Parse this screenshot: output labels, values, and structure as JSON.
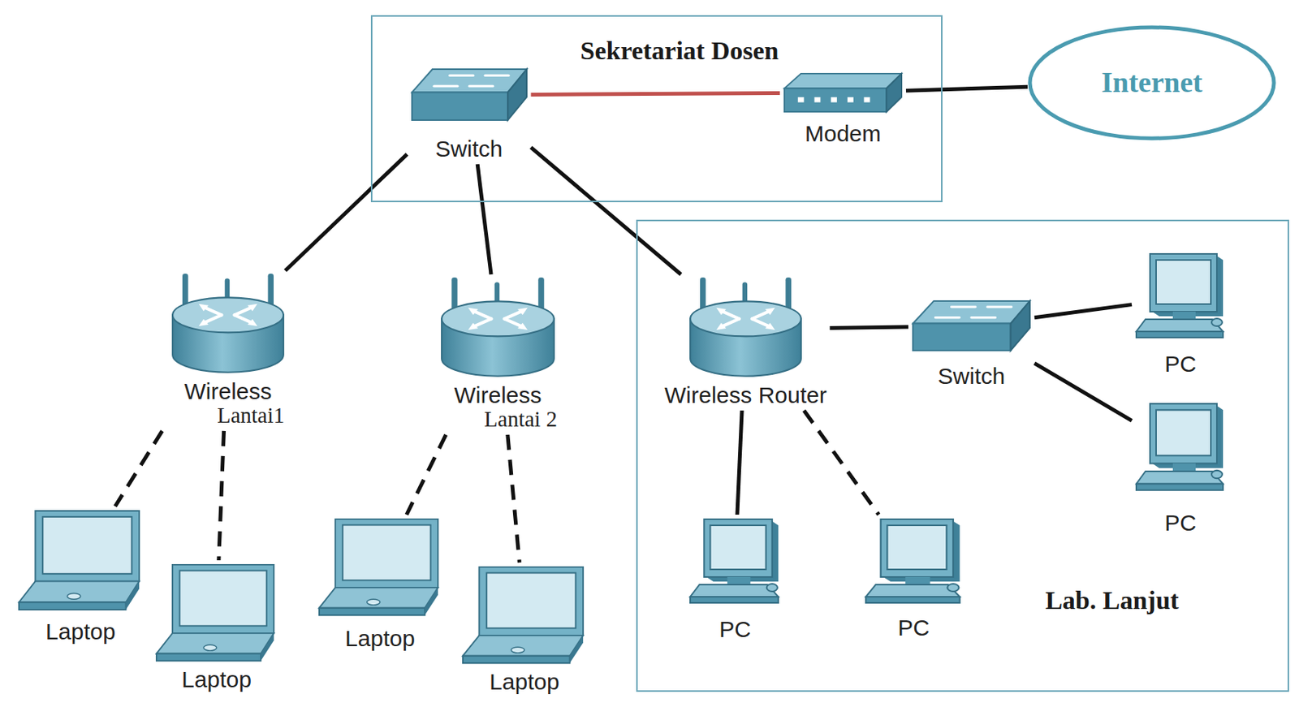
{
  "diagram": {
    "nodes": [
      {
        "text": [
          "Sekretariat Dosen"
        ]
      },
      {
        "text": [
          "Switch"
        ],
        "in": 0
      },
      {
        "text": [
          "Modem"
        ],
        "in": 0
      },
      {
        "text": [
          "Internet"
        ]
      },
      {
        "text": [
          "Wireless",
          "Lantai1"
        ]
      },
      {
        "text": [
          "Wireless",
          "Lantai 2"
        ]
      },
      {
        "text": [
          "Lab. Lanjut"
        ]
      },
      {
        "text": [
          "Wireless Router"
        ],
        "in": 6
      },
      {
        "text": [
          "Switch"
        ],
        "in": 6
      },
      {
        "text": [
          "PC"
        ],
        "in": 6
      },
      {
        "text": [
          "PC"
        ],
        "in": 6
      },
      {
        "text": [
          "PC"
        ],
        "in": 6
      },
      {
        "text": [
          "PC"
        ],
        "in": 6
      },
      {
        "text": [
          "Laptop"
        ]
      },
      {
        "text": [
          "Laptop"
        ]
      },
      {
        "text": [
          "Laptop"
        ]
      },
      {
        "text": [
          "Laptop"
        ]
      }
    ],
    "edges": [
      {
        "from": 1,
        "to": 2,
        "arrow": "none"
      },
      {
        "from": 2,
        "to": 3,
        "arrow": "none"
      },
      {
        "from": 1,
        "to": 4,
        "arrow": "none"
      },
      {
        "from": 1,
        "to": 5,
        "arrow": "none"
      },
      {
        "from": 1,
        "to": 7,
        "arrow": "none"
      },
      {
        "from": 7,
        "to": 8,
        "arrow": "none"
      },
      {
        "from": 8,
        "to": 9,
        "arrow": "none"
      },
      {
        "from": 8,
        "to": 10,
        "arrow": "none"
      },
      {
        "from": 7,
        "to": 11,
        "arrow": "none"
      },
      {
        "from": 7,
        "to": 12,
        "arrow": "none"
      },
      {
        "from": 4,
        "to": 13,
        "arrow": "none"
      },
      {
        "from": 4,
        "to": 14,
        "arrow": "none"
      },
      {
        "from": 5,
        "to": 15,
        "arrow": "none"
      },
      {
        "from": 5,
        "to": 16,
        "arrow": "none"
      }
    ]
  }
}
